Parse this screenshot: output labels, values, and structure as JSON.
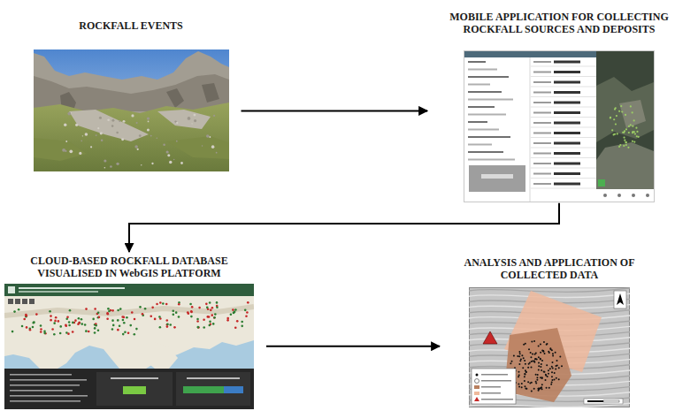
{
  "diagram": {
    "nodes": [
      {
        "text": [
          "ROCKFALL EVENTS"
        ]
      },
      {
        "text": [
          "MOBILE APPLICATION FOR COLLECTING ROCKFALL SOURCES AND DEPOSITS"
        ]
      },
      {
        "text": [
          "CLOUD-BASED ROCKFALL DATABASE VISUALISED IN WebGIS PLATFORM"
        ]
      },
      {
        "text": [
          "ANALYSIS AND APPLICATION OF COLLECTED DATA"
        ]
      }
    ],
    "edges": [
      {
        "from": 0,
        "to": 1,
        "arrow": "to"
      },
      {
        "from": 1,
        "to": 2,
        "arrow": "to"
      },
      {
        "from": 2,
        "to": 3,
        "arrow": "to"
      }
    ]
  }
}
